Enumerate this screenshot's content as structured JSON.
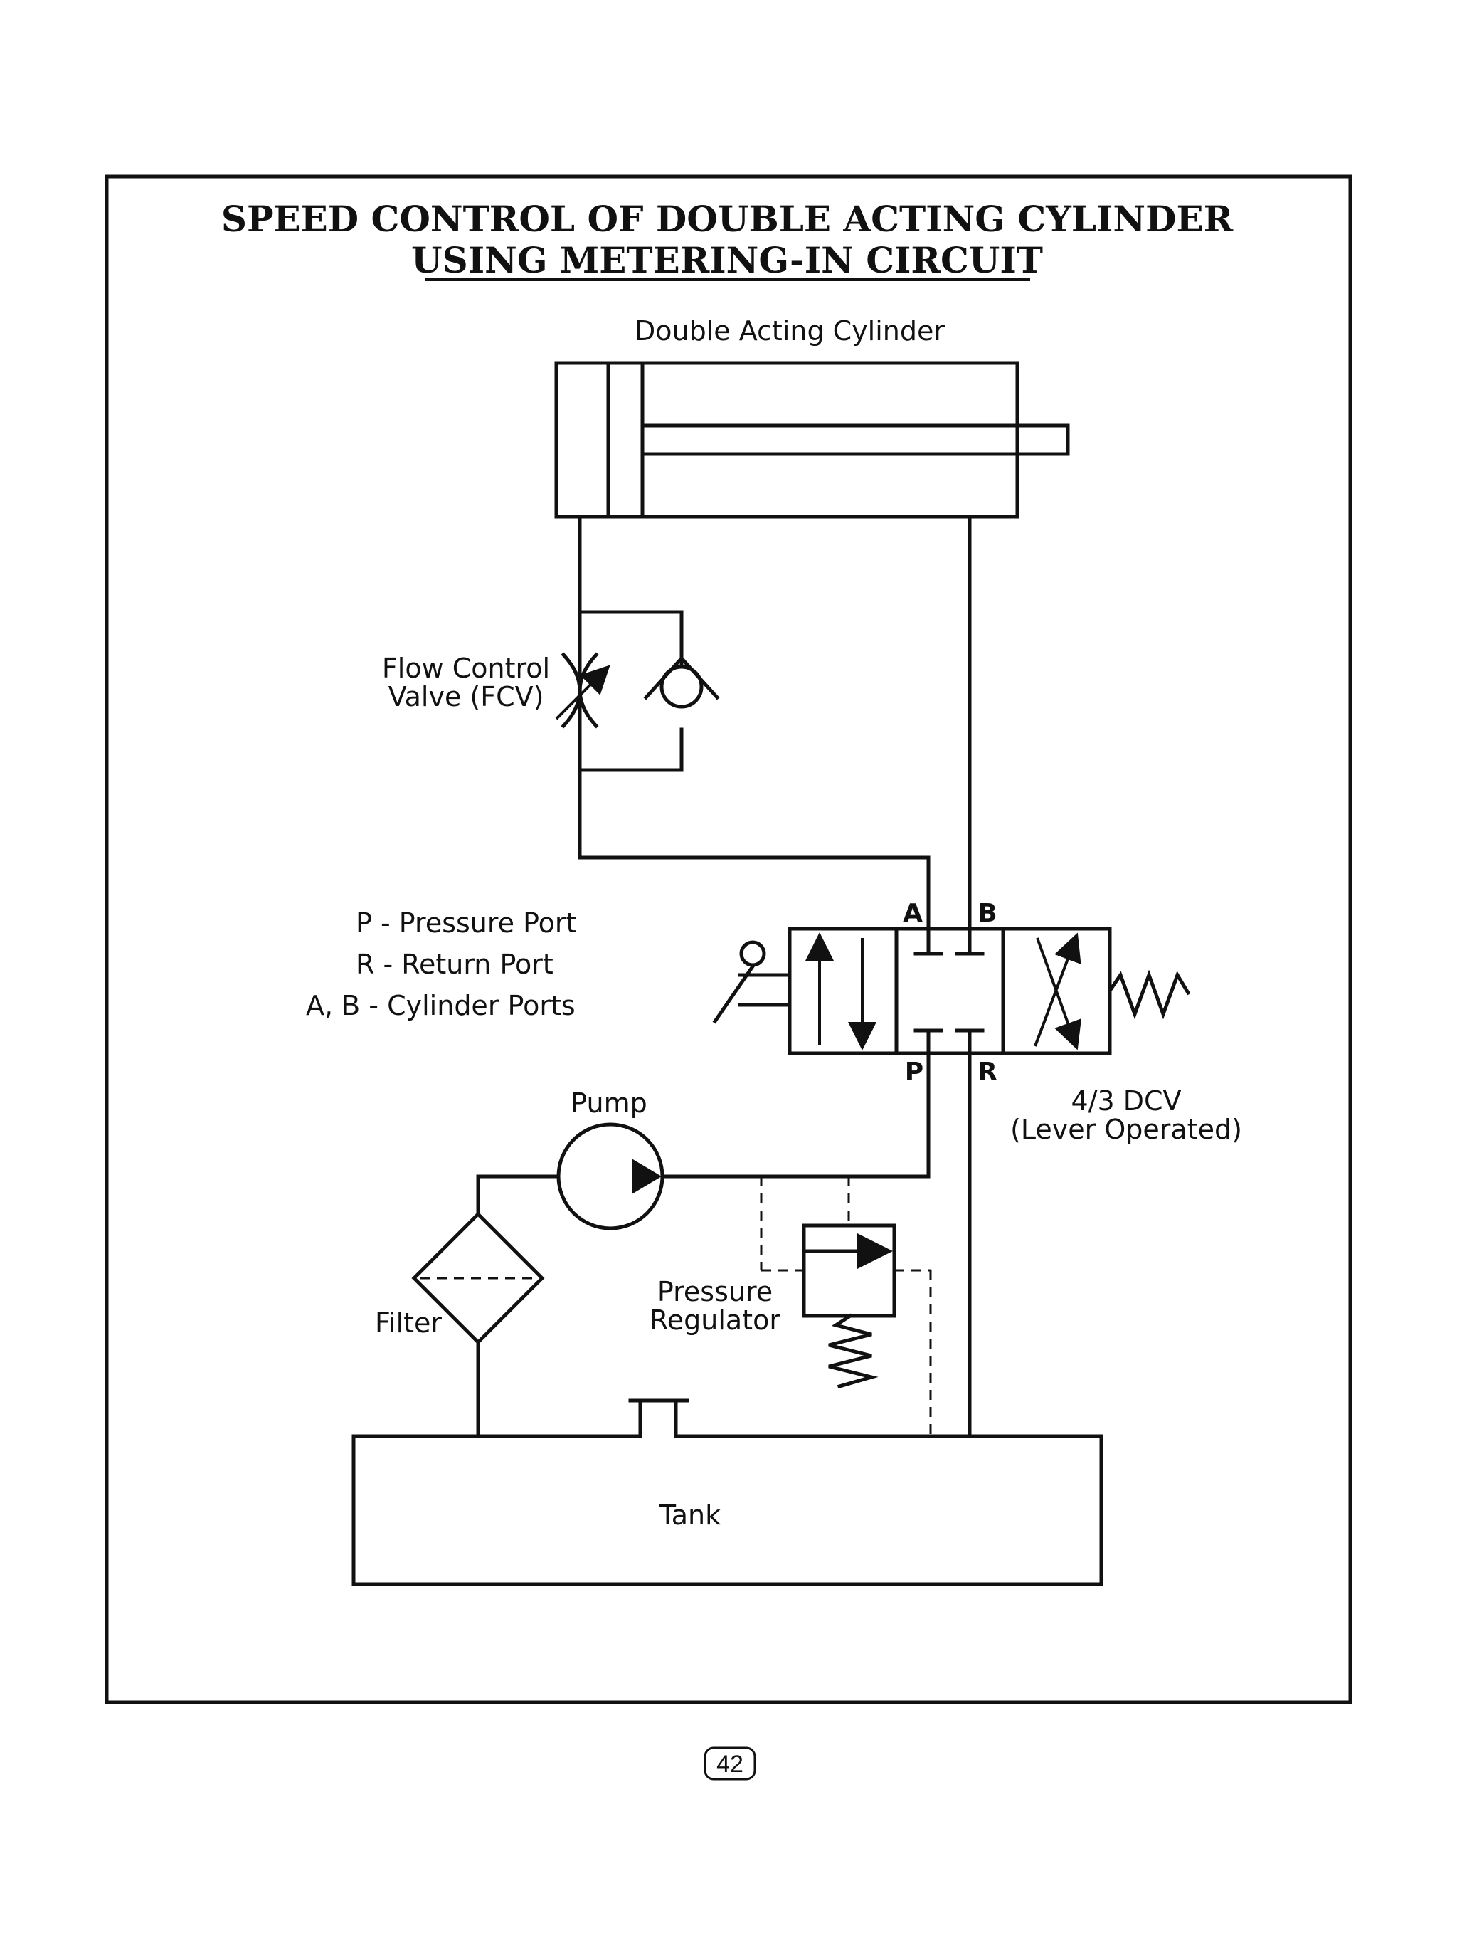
{
  "title": {
    "line1": "SPEED CONTROL OF DOUBLE ACTING CYLINDER",
    "line2": "USING METERING-IN CIRCUIT"
  },
  "components": {
    "cylinder": "Double Acting Cylinder",
    "fcv_line1": "Flow Control",
    "fcv_line2": "Valve (FCV)",
    "dcv_line1": "4/3 DCV",
    "dcv_line2": "(Lever Operated)",
    "pump": "Pump",
    "filter": "Filter",
    "regulator_line1": "Pressure",
    "regulator_line2": "Regulator",
    "tank": "Tank"
  },
  "ports": {
    "a": "A",
    "b": "B",
    "p": "P",
    "r": "R"
  },
  "legend": {
    "p": "P - Pressure Port",
    "r": "R - Return Port",
    "ab": "A, B  - Cylinder Ports"
  },
  "page_number": "42"
}
